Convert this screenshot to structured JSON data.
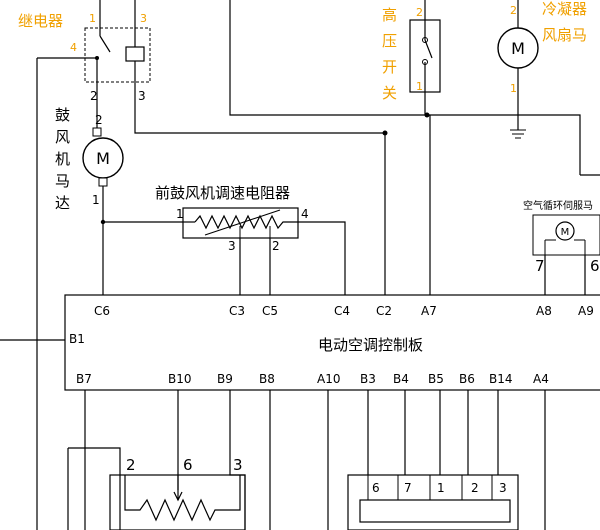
{
  "labels": {
    "relay": "继电器",
    "high_pressure_switch": [
      "高",
      "压",
      "开",
      "关"
    ],
    "condenser_fan": [
      "冷凝器",
      "风扇马"
    ],
    "blower_motor": [
      "鼓",
      "风",
      "机",
      "马",
      "达"
    ],
    "front_resistor": "前鼓风机调速电阻器",
    "air_servo": "空气循环伺服马",
    "control_board": "电动空调控制板",
    "motor_symbol": "M"
  },
  "relay_pins": {
    "p1": "1",
    "p3_top": "3",
    "p4": "4",
    "p2": "2",
    "p3": "3"
  },
  "switch_pins": {
    "top": "2",
    "bottom": "1"
  },
  "fan_pins": {
    "top": "2",
    "bottom": "1"
  },
  "blower_pins": {
    "top": "2",
    "bottom": "1"
  },
  "resistor_pins": {
    "p1": "1",
    "p4": "4",
    "p3": "3",
    "p2": "2"
  },
  "servo_pins": {
    "p7": "7",
    "p6": "6"
  },
  "board_top_pins": [
    "C6",
    "C3",
    "C5",
    "C4",
    "C2",
    "A7",
    "A8",
    "A9"
  ],
  "board_left_pin": "B1",
  "board_bottom_pins": [
    "B7",
    "B10",
    "B9",
    "B8",
    "A10",
    "B3",
    "B4",
    "B5",
    "B6",
    "B14",
    "A4"
  ],
  "pot_pins": [
    "2",
    "6",
    "3"
  ],
  "connector_pins": [
    "6",
    "7",
    "1",
    "2",
    "3"
  ]
}
